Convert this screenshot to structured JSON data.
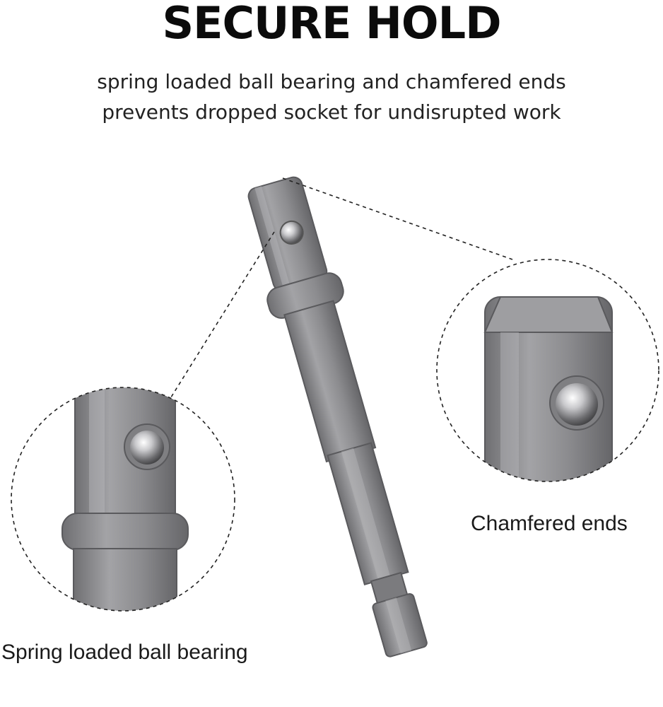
{
  "headline": "SECURE HOLD",
  "description": {
    "line1": "spring loaded ball bearing and chamfered ends",
    "line2": "prevents dropped socket for undisrupted work"
  },
  "callouts": {
    "chamfered_ends": "Chamfered ends",
    "spring_ball": "Spring loaded ball bearing"
  },
  "colors": {
    "background": "#ffffff",
    "metal": "#8a8a8c",
    "text": "#111111"
  }
}
